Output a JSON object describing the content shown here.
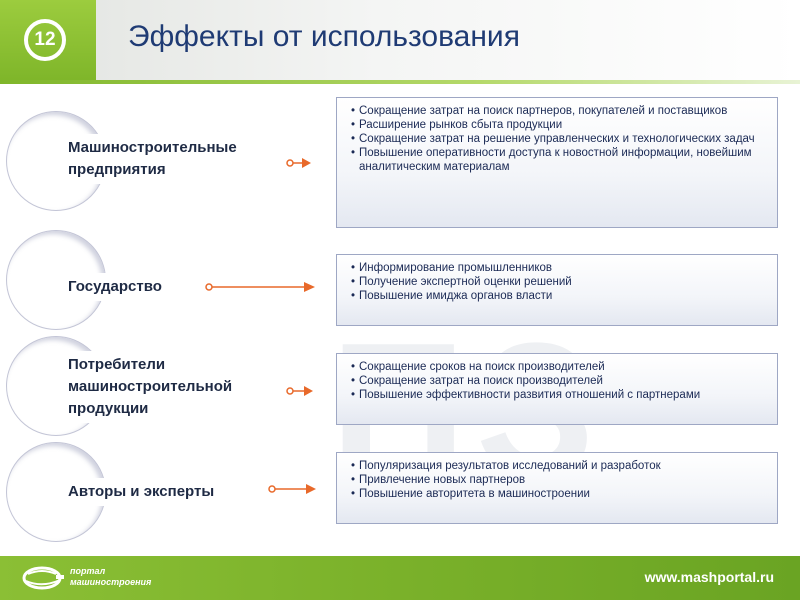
{
  "header": {
    "slide_number": "12",
    "title": "Эффекты от использования"
  },
  "watermark": "ПЗ",
  "rows": [
    {
      "label_lines": [
        "Машиностроительные",
        "предприятия"
      ],
      "bullets": [
        "Сокращение затрат на поиск партнеров, покупателей и поставщиков",
        "Расширение рынков сбыта продукции",
        "Сокращение затрат на решение управленческих и технологических задач",
        "Повышение оперативности доступа к новостной информации, новейшим аналитическим материалам"
      ]
    },
    {
      "label_lines": [
        "Государство"
      ],
      "bullets": [
        "Информирование промышленников",
        "Получение экспертной оценки решений",
        "Повышение имиджа органов власти"
      ]
    },
    {
      "label_lines": [
        "Потребители",
        "машиностроительной",
        "продукции"
      ],
      "bullets": [
        "Сокращение сроков на поиск производителей",
        "Сокращение затрат на поиск производителей",
        "Повышение эффективности развития отношений с партнерами"
      ]
    },
    {
      "label_lines": [
        "Авторы и эксперты"
      ],
      "bullets": [
        "Популяризация результатов исследований и разработок",
        "Привлечение новых партнеров",
        "Повышение авторитета в машиностроении"
      ]
    }
  ],
  "footer": {
    "logo_line1": "портал",
    "logo_line2": "машиностроения",
    "website": "www.mashportal.ru"
  },
  "colors": {
    "accent_green": "#7fb62a",
    "arrow_orange": "#e8692a",
    "title_blue": "#1f3b74"
  }
}
